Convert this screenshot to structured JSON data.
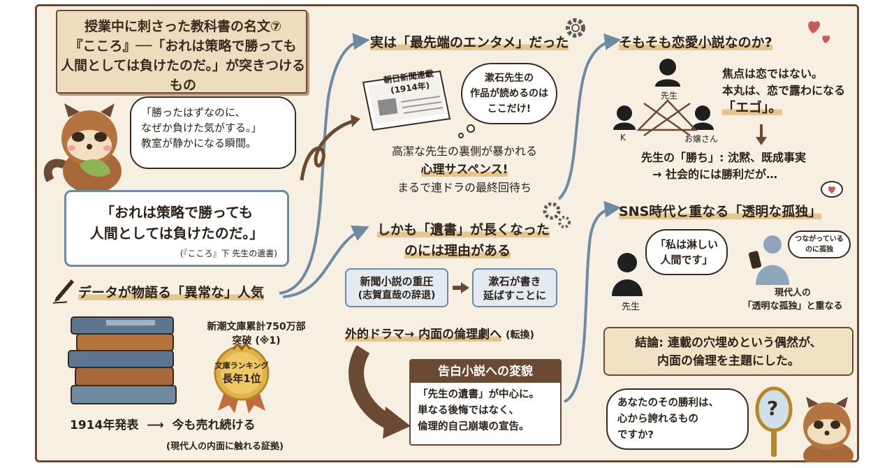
{
  "title": {
    "line1": "授業中に刺さった教科書の名文⑦",
    "line2": "『こころ』──「おれは策略で勝っても",
    "line3": "人間としては負けたのだ。」が突きつけるもの"
  },
  "intro": {
    "bubble_line1": "「勝ったはずなのに、",
    "bubble_line2": "なぜか負けた気がする。」",
    "bubble_line3": "教室が静かになる瞬間。",
    "quote_line1": "「おれは策略で勝っても",
    "quote_line2": "人間としては負けたのだ。」",
    "quote_source": "(『こころ』下 先生の遺書)"
  },
  "data_section": {
    "heading": "データが物語る「異常な」人気",
    "sales_line1": "新潮文庫累計750万部",
    "sales_line2": "突破 (※1)",
    "medal_line1": "文庫ランキング",
    "medal_line2": "長年1位",
    "timeline_start": "1914年発表",
    "arrow": "⟶",
    "timeline_end": "今も売れ続ける",
    "timeline_note": "(現代人の内面に触れる証拠)"
  },
  "entertainment": {
    "heading": "実は「最先端のエンタメ」だった",
    "newspaper_title": "朝日新聞連載",
    "newspaper_year": "(1914年)",
    "bubble_line1": "漱石先生の",
    "bubble_line2": "作品が読めるのは",
    "bubble_line3": "ここだけ!",
    "text_line1": "高潔な先生の裏側が暴かれる",
    "text_line2": "心理サスペンス!",
    "text_line3": "まるで連ドラの最終回待ち"
  },
  "testament": {
    "heading_line1": "しかも「遺書」が長くなった",
    "heading_line2": "のには理由がある",
    "box1_line1": "新聞小説の重圧",
    "box1_line2": "(志賀直哉の辞退)",
    "box2_line1": "漱石が書き",
    "box2_line2": "延ばすことに",
    "shift_line": "外的ドラマ→ 内面の倫理劇へ",
    "shift_note": "(転換)",
    "conversion_head": "告白小説への変貌",
    "conversion_line1": "「先生の遺書」が中心に。",
    "conversion_line2": "単なる後悔ではなく、",
    "conversion_line3": "倫理的自己崩壊の宣告。"
  },
  "romance": {
    "heading": "そもそも恋愛小説なのか?",
    "label_sensei": "先生",
    "label_k": "K",
    "label_ojosan": "お嬢さん",
    "text_line1": "焦点は恋ではない。",
    "text_line2": "本丸は、恋で露わになる",
    "text_line3": "「エゴ」。",
    "win_line1": "先生の「勝ち」: 沈黙、既成事実",
    "win_line2": "→ 社会的には勝利だが…"
  },
  "sns": {
    "heading": "SNS時代と重なる「透明な孤独」",
    "bubble_line1": "「私は淋しい",
    "bubble_line2": "人間です」",
    "label_sensei": "先生",
    "phone_line1": "つながっている",
    "phone_line2": "のに孤独",
    "modern_line1": "現代人の",
    "modern_line2": "「透明な孤独」と重なる"
  },
  "conclusion": {
    "line1": "結論: 連載の穴埋めという偶然が、",
    "line2": "内面の倫理を主題にした。",
    "question_line1": "あなたのその勝利は、",
    "question_line2": "心から誇れるもの",
    "question_line3": "ですか?",
    "mirror_mark": "?"
  },
  "colors": {
    "paper": "#f7f0e2",
    "brown": "#6b4a33",
    "blue_accent": "#6e8aa3",
    "highlight": "#e3c78e"
  }
}
